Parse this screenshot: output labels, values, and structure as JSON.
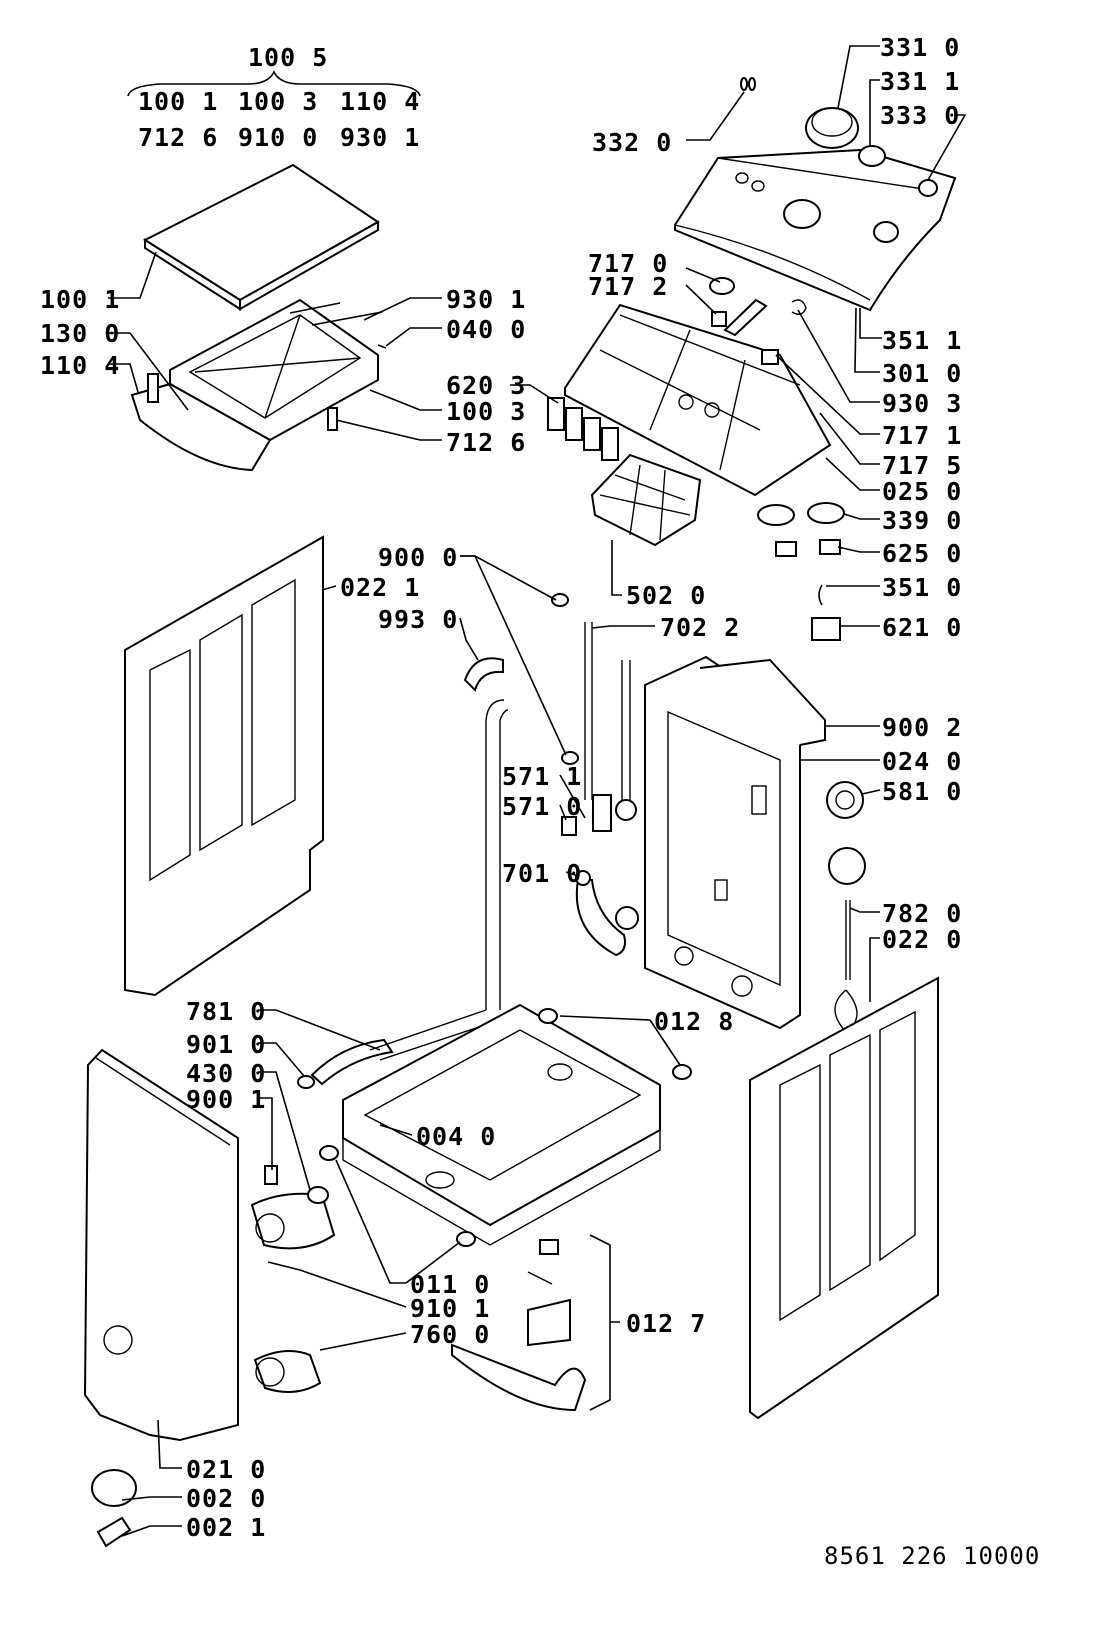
{
  "kit": {
    "title": "100 5",
    "row1": [
      "100 1",
      "100 3",
      "110 4"
    ],
    "row2": [
      "712 6",
      "910 0",
      "930 1"
    ]
  },
  "labels": {
    "p3310": "331 0",
    "p3311": "331 1",
    "p3330": "333 0",
    "p3320": "332 0",
    "p7170": "717 0",
    "p7172": "717 2",
    "p1001": "100 1",
    "p1300": "130 0",
    "p1104": "110 4",
    "p9301": "930 1",
    "p0400": "040 0",
    "p1003": "100 3",
    "p7126": "712 6",
    "p6203": "620 3",
    "p3511a": "351 1",
    "p3010": "301 0",
    "p9303": "930 3",
    "p7171": "717 1",
    "p7175": "717 5",
    "p0250": "025 0",
    "p3390": "339 0",
    "p6250": "625 0",
    "p3510": "351 0",
    "p6210": "621 0",
    "p5020": "502 0",
    "p9000": "900 0",
    "p0221": "022 1",
    "p9930": "993 0",
    "p7022": "702 2",
    "p9002": "900 2",
    "p0240": "024 0",
    "p5810": "581 0",
    "p5711": "571 1",
    "p5710": "571 0",
    "p7010": "701 0",
    "p7820": "782 0",
    "p0220": "022 0",
    "p7810": "781 0",
    "p9010": "901 0",
    "p4300": "430 0",
    "p9001": "900 1",
    "p0128": "012 8",
    "p0040": "004 0",
    "p0110": "011 0",
    "p9101": "910 1",
    "p7600": "760 0",
    "p0127": "012 7",
    "p0210": "021 0",
    "p0020": "002 0",
    "p0021": "002 1"
  },
  "footer": {
    "code": "8561 226 10000"
  }
}
